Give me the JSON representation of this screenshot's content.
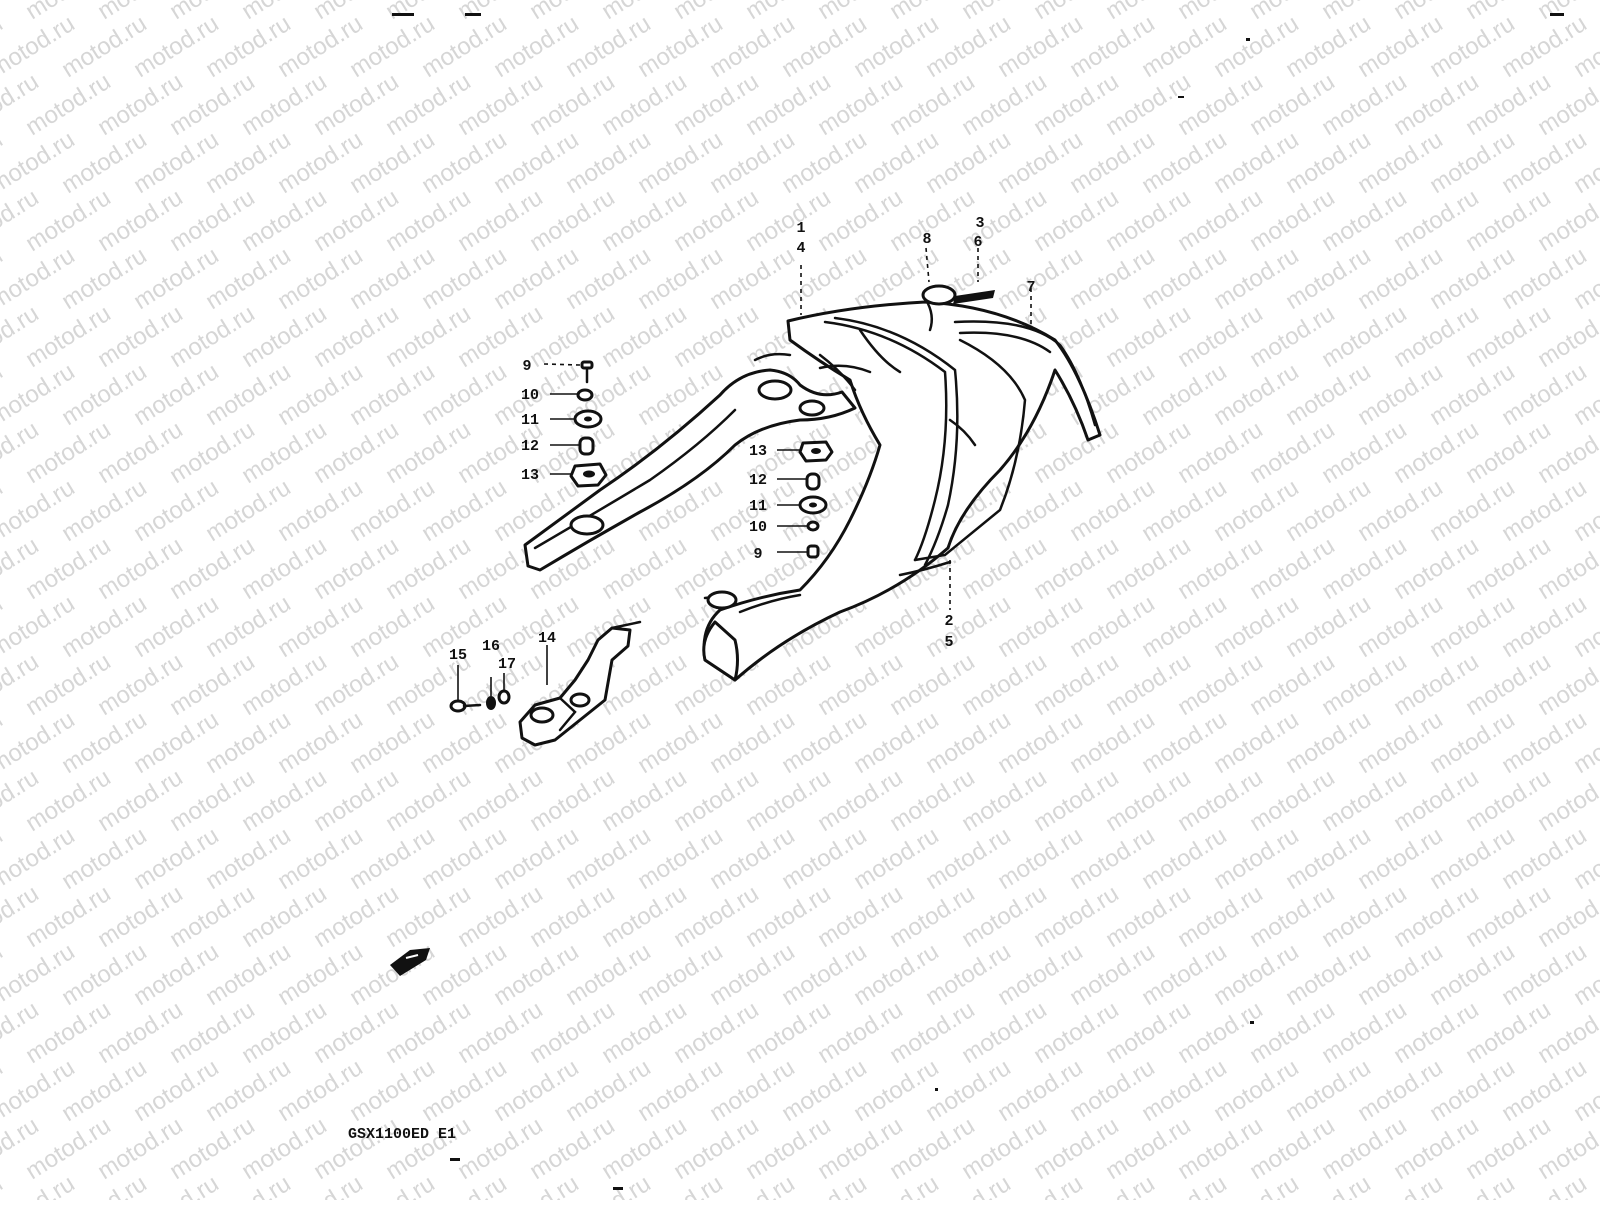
{
  "watermark": {
    "text": "motod.ru",
    "color": "#d6d6d6"
  },
  "model_label": "GSX1100ED E1",
  "callouts": [
    {
      "id": "c1",
      "text": "1"
    },
    {
      "id": "c4",
      "text": "4"
    },
    {
      "id": "c8",
      "text": "8"
    },
    {
      "id": "c3",
      "text": "3"
    },
    {
      "id": "c6",
      "text": "6"
    },
    {
      "id": "c7",
      "text": "7"
    },
    {
      "id": "c2",
      "text": "2"
    },
    {
      "id": "c5",
      "text": "5"
    },
    {
      "id": "l9",
      "text": "9"
    },
    {
      "id": "l10",
      "text": "10"
    },
    {
      "id": "l11",
      "text": "11"
    },
    {
      "id": "l12",
      "text": "12"
    },
    {
      "id": "l13",
      "text": "13"
    },
    {
      "id": "r13",
      "text": "13"
    },
    {
      "id": "r12",
      "text": "12"
    },
    {
      "id": "r11",
      "text": "11"
    },
    {
      "id": "r10",
      "text": "10"
    },
    {
      "id": "r9",
      "text": "9"
    },
    {
      "id": "c15",
      "text": "15"
    },
    {
      "id": "c16",
      "text": "16"
    },
    {
      "id": "c17",
      "text": "17"
    },
    {
      "id": "c14",
      "text": "14"
    }
  ]
}
